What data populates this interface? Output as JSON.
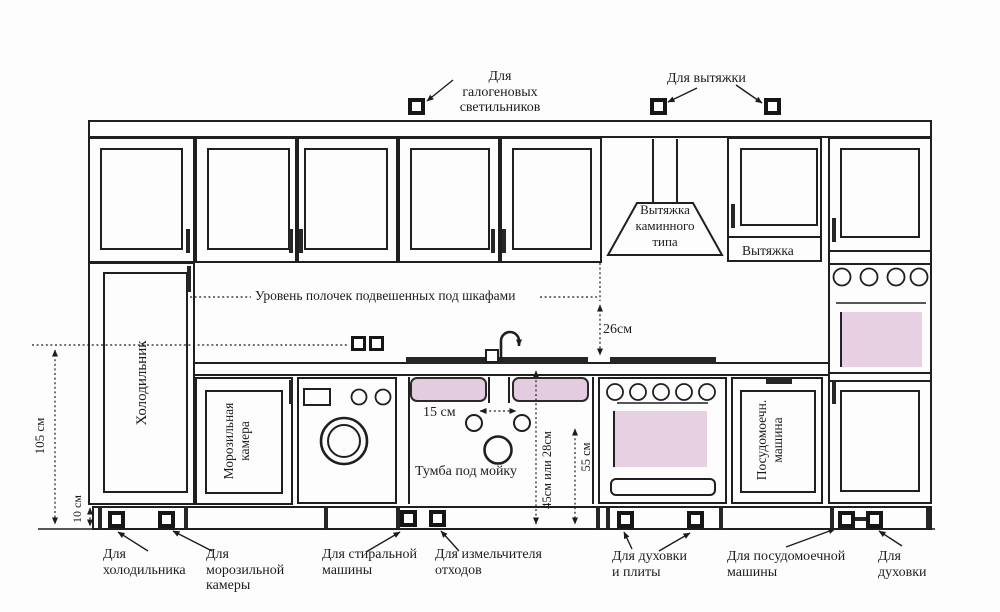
{
  "colors": {
    "ink": "#1c1c1c",
    "pink": "#e4cce0",
    "paper": "#fdfdfd"
  },
  "top_annotations": {
    "halogen_label": "Для галогеновых\nсветильников",
    "hood_label": "Для вытяжки"
  },
  "wall_section": {
    "shelf_level_note": "Уровень полочек подвешенных под шкафами",
    "chimney_hood_label": "Вытяжка\nкаминного\nтипа",
    "builtin_hood_label": "Вытяжка"
  },
  "appliances": {
    "fridge": "Холодильник",
    "freezer": "Морозильная\nкамера",
    "sink_cabinet": "Тумба под мойку",
    "dishwasher": "Посудомоечн.\nмашина"
  },
  "dimensions": {
    "height_105": "105 см",
    "height_10": "10 см",
    "gap_26": "26см",
    "gap_15": "15 см",
    "height_45_28": "45см или 28см",
    "height_55": "55 см"
  },
  "bottom_annotations": [
    {
      "name": "fridge",
      "text": "Для\nхолодильника"
    },
    {
      "name": "freezer",
      "text": "Для\nморозильной\nкамеры"
    },
    {
      "name": "washing-machine",
      "text": "Для стиральной\nмашины"
    },
    {
      "name": "waste-grinder",
      "text": "Для измельчителя\nотходов"
    },
    {
      "name": "oven-and-hob",
      "text": "Для духовки\nи плиты"
    },
    {
      "name": "dishwasher",
      "text": "Для посудомоечной\nмашины"
    },
    {
      "name": "oven",
      "text": "Для\nдуховки"
    }
  ]
}
